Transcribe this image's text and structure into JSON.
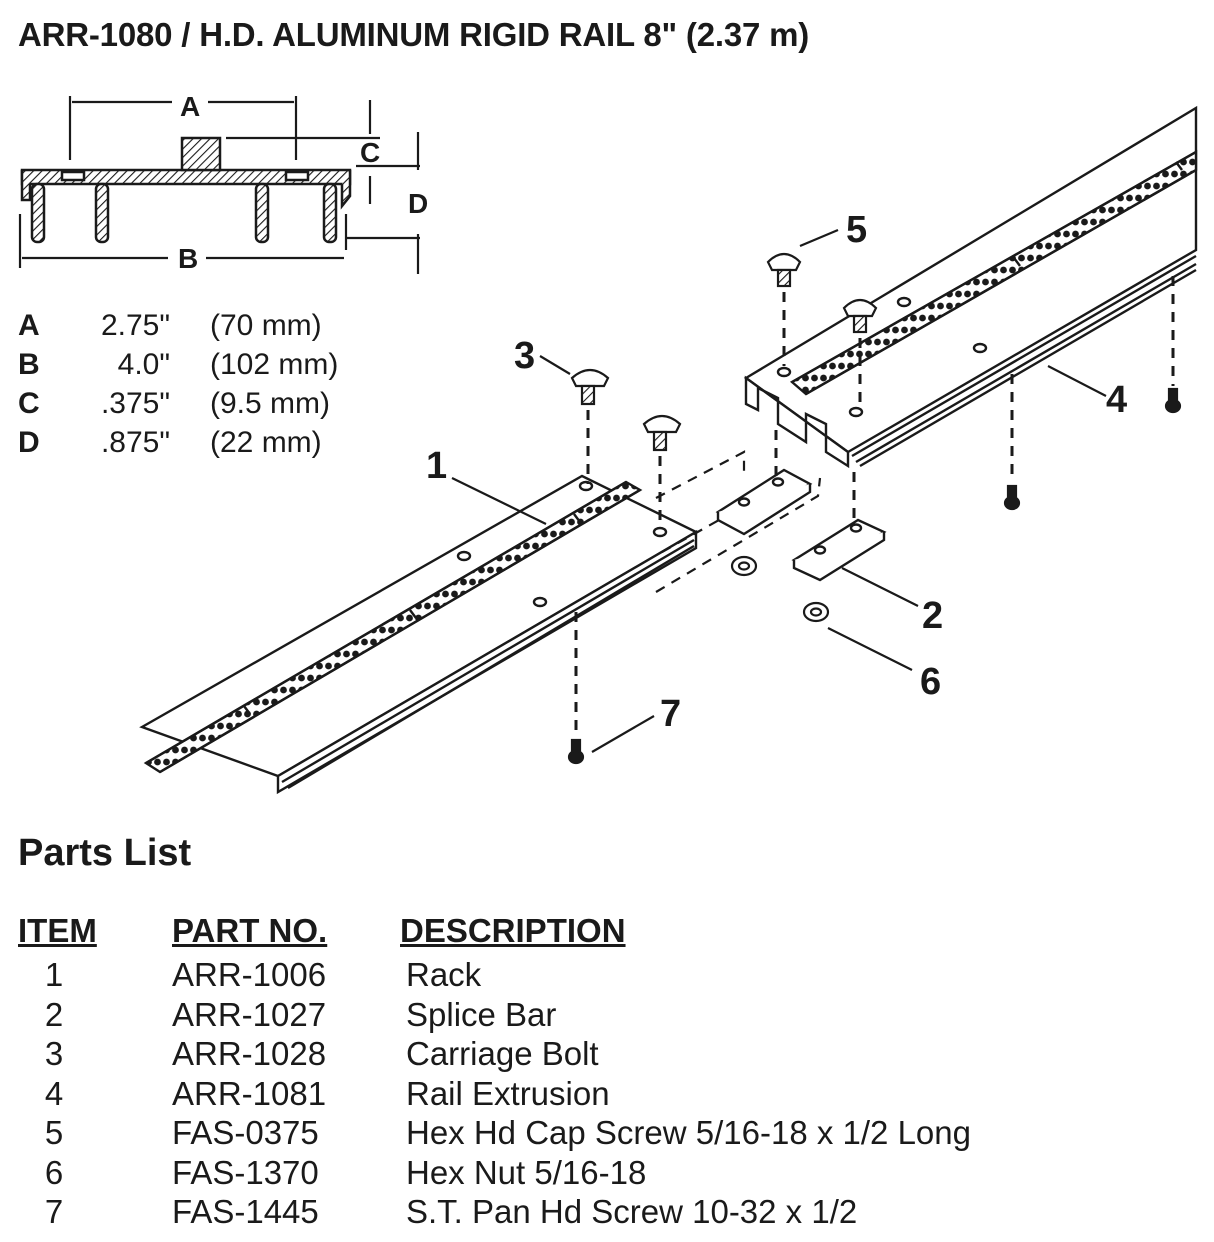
{
  "title": "ARR-1080 / H.D. ALUMINUM RIGID RAIL 8\" (2.37 m)",
  "profile_labels": {
    "a": "A",
    "b": "B",
    "c": "C",
    "d": "D"
  },
  "dimensions": [
    {
      "key": "A",
      "inches": "2.75\"",
      "mm": "(70 mm)"
    },
    {
      "key": "B",
      "inches": "4.0\"",
      "mm": "(102 mm)"
    },
    {
      "key": "C",
      "inches": ".375\"",
      "mm": "(9.5 mm)"
    },
    {
      "key": "D",
      "inches": ".875\"",
      "mm": "(22 mm)"
    }
  ],
  "callouts": {
    "c1": "1",
    "c2": "2",
    "c3": "3",
    "c4": "4",
    "c5": "5",
    "c6": "6",
    "c7": "7"
  },
  "parts_list": {
    "heading": "Parts List",
    "columns": {
      "item": "ITEM",
      "part": "PART NO.",
      "desc": "DESCRIPTION"
    },
    "rows": [
      {
        "item": "1",
        "part": "ARR-1006",
        "desc": "Rack"
      },
      {
        "item": "2",
        "part": "ARR-1027",
        "desc": "Splice Bar"
      },
      {
        "item": "3",
        "part": "ARR-1028",
        "desc": "Carriage Bolt"
      },
      {
        "item": "4",
        "part": "ARR-1081",
        "desc": "Rail Extrusion"
      },
      {
        "item": "5",
        "part": "FAS-0375",
        "desc": "Hex Hd Cap Screw 5/16-18 x 1/2 Long"
      },
      {
        "item": "6",
        "part": "FAS-1370",
        "desc": "Hex Nut 5/16-18"
      },
      {
        "item": "7",
        "part": "FAS-1445",
        "desc": "S.T. Pan Hd Screw 10-32 x 1/2"
      }
    ]
  },
  "colors": {
    "ink": "#1a1a1a",
    "paper": "#ffffff"
  }
}
